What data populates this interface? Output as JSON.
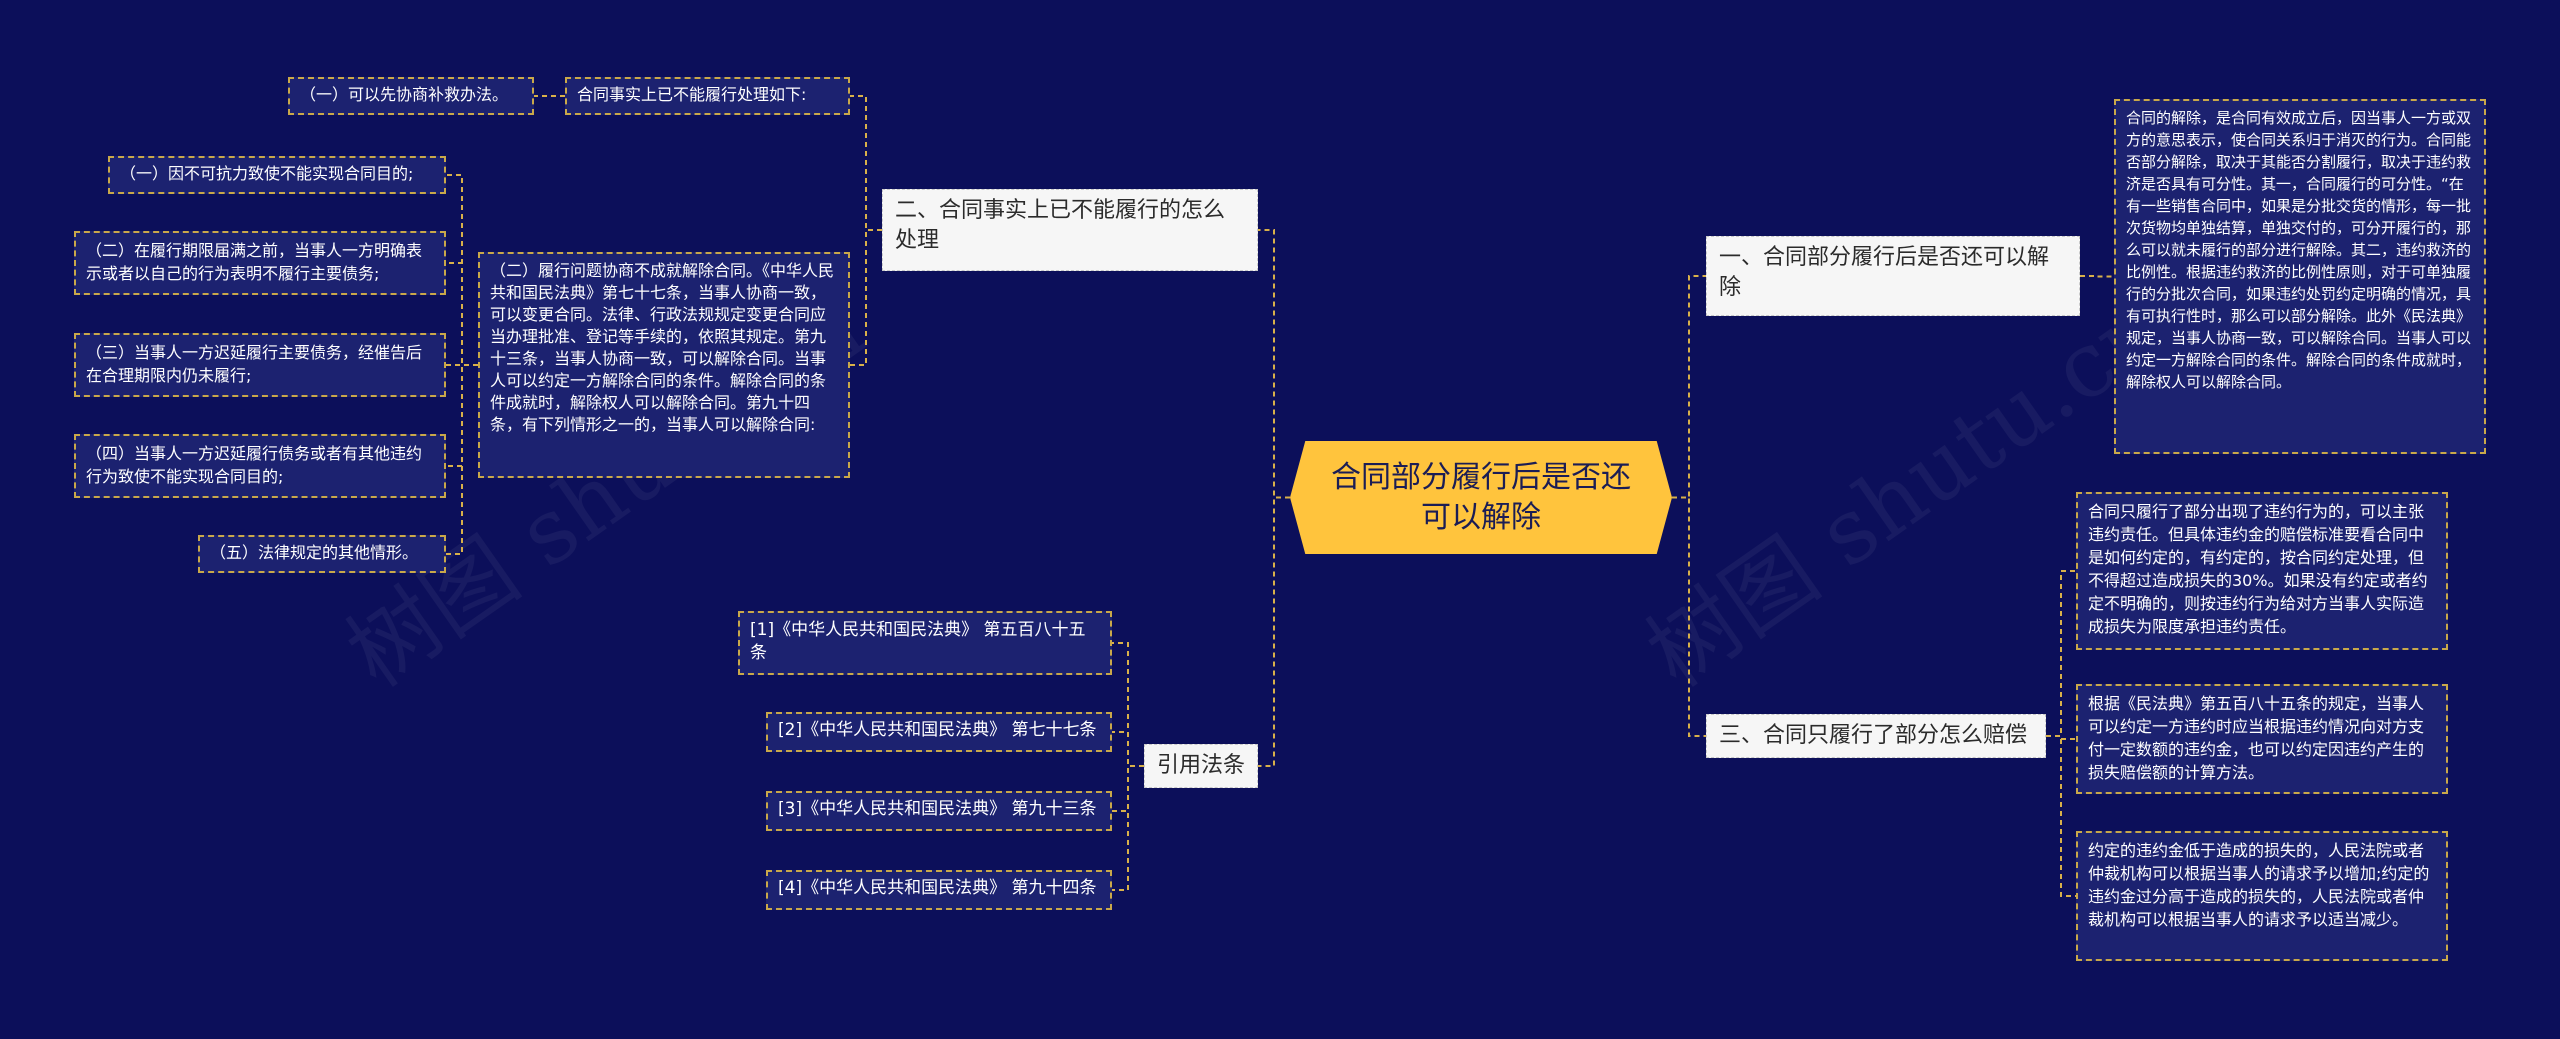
{
  "root": {
    "title": "合同部分履行后是否还可以解除"
  },
  "branches": {
    "b1": {
      "title": "一、合同部分履行后是否还可以解除"
    },
    "b2": {
      "title": "二、合同事实上已不能履行的怎么处理"
    },
    "b3": {
      "title": "三、合同只履行了部分怎么赔偿"
    },
    "b4": {
      "title": "引用法条"
    }
  },
  "leaves": {
    "b1_explain": "合同的解除，是合同有效成立后，因当事人一方或双方的意思表示，使合同关系归于消灭的行为。合同能否部分解除，取决于其能否分割履行，取决于违约救济是否具有可分性。其一，合同履行的可分性。“在有一些销售合同中，如果是分批交货的情形，每一批次货物均单独结算，单独交付的，可分开履行的，那么可以就未履行的部分进行解除。其二，违约救济的比例性。根据违约救济的比例性原则，对于可单独履行的分批次合同，如果违约处罚约定明确的情况，具有可执行性时，那么可以部分解除。此外《民法典》规定，当事人协商一致，可以解除合同。当事人可以约定一方解除合同的条件。解除合同的条件成就时，解除权人可以解除合同。",
    "b2_head": "合同事实上已不能履行处理如下:",
    "b2_head_child": "（一）可以先协商补救办法。",
    "b2_second": "（二）履行问题协商不成就解除合同。《中华人民共和国民法典》第七十七条，当事人协商一致，可以变更合同。法律、行政法规规定变更合同应当办理批准、登记等手续的，依照其规定。第九十三条，当事人协商一致，可以解除合同。当事人可以约定一方解除合同的条件。解除合同的条件成就时，解除权人可以解除合同。第九十四条，有下列情形之一的，当事人可以解除合同:",
    "b2_c1": "（一）因不可抗力致使不能实现合同目的;",
    "b2_c2": "（二）在履行期限届满之前，当事人一方明确表示或者以自己的行为表明不履行主要债务;",
    "b2_c3": "（三）当事人一方迟延履行主要债务，经催告后在合理期限内仍未履行;",
    "b2_c4": "（四）当事人一方迟延履行债务或者有其他违约行为致使不能实现合同目的;",
    "b2_c5": "（五）法律规定的其他情形。",
    "b3_l1": "合同只履行了部分出现了违约行为的，可以主张违约责任。但具体违约金的赔偿标准要看合同中是如何约定的，有约定的，按合同约定处理，但不得超过造成损失的30%。如果没有约定或者约定不明确的，则按违约行为给对方当事人实际造成损失为限度承担违约责任。",
    "b3_l2": "根据《民法典》第五百八十五条的规定，当事人可以约定一方违约时应当根据违约情况向对方支付一定数额的违约金，也可以约定因违约产生的损失赔偿额的计算方法。",
    "b3_l3": "约定的违约金低于造成的损失的，人民法院或者仲裁机构可以根据当事人的请求予以增加;约定的违约金过分高于造成的损失的，人民法院或者仲裁机构可以根据当事人的请求予以适当减少。",
    "b4_l1": "[1]《中华人民共和国民法典》 第五百八十五条",
    "b4_l2": "[2]《中华人民共和国民法典》 第七十七条",
    "b4_l3": "[3]《中华人民共和国民法典》 第九十三条",
    "b4_l4": "[4]《中华人民共和国民法典》 第九十四条"
  },
  "colors": {
    "background": "#0c0f5a",
    "root_fill": "#ffc43d",
    "branch_fill": "#f6f6f6",
    "leaf_fill": "#1c2270",
    "connector": "#d8b04a"
  }
}
